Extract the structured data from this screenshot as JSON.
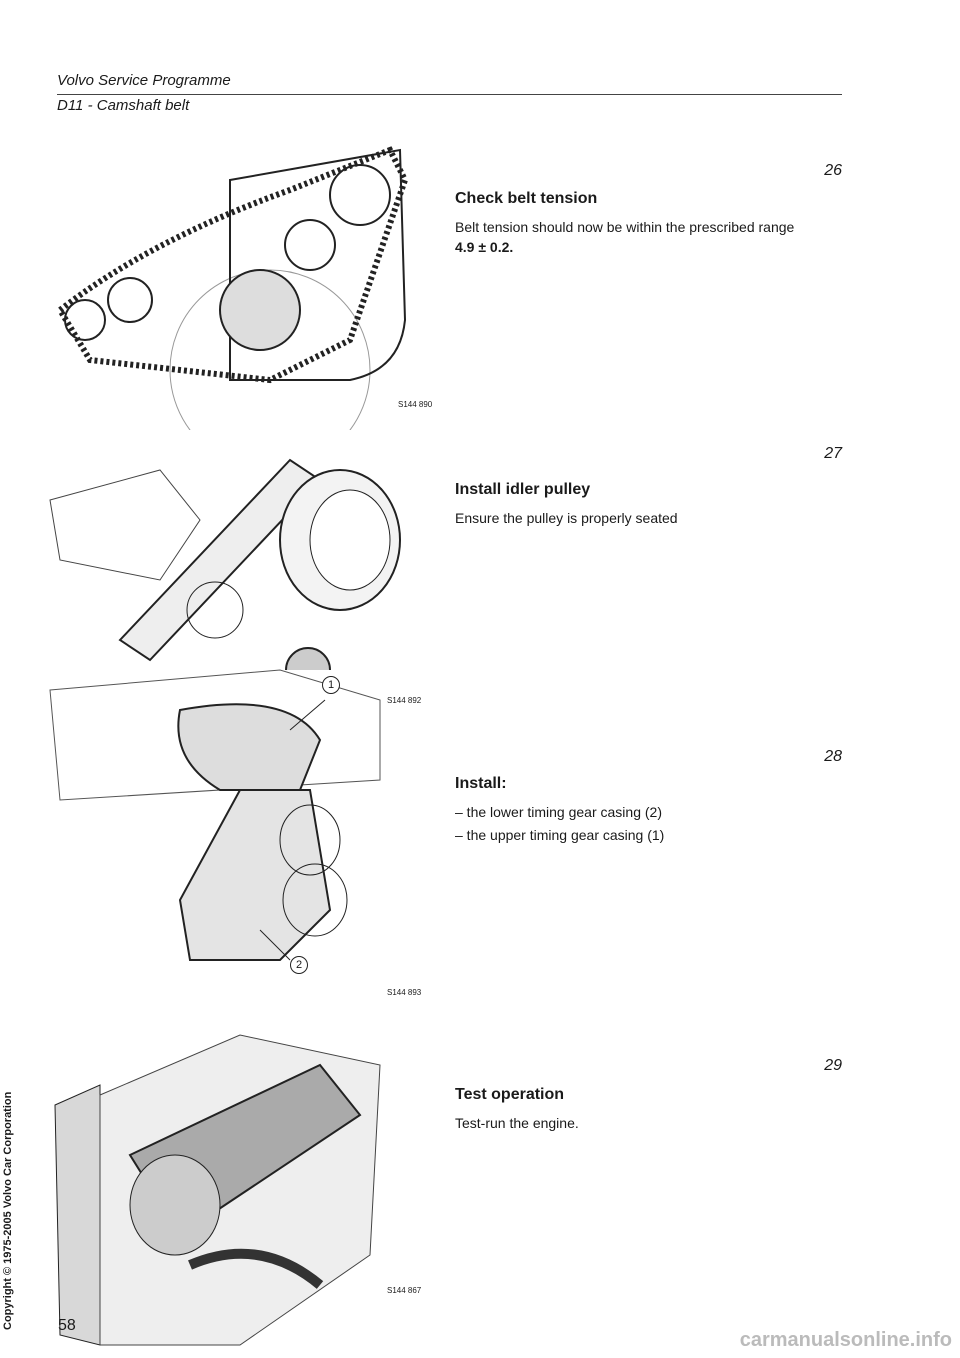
{
  "header": {
    "series": "Volvo Service Programme",
    "section": "D11 - Camshaft belt"
  },
  "steps": [
    {
      "number": "26",
      "title": "Check belt tension",
      "text": "Belt tension should now be within the prescribed range",
      "value": "4.9 ± 0.2."
    },
    {
      "number": "27",
      "title": "Install idler pulley",
      "text": "Ensure the pulley is properly seated"
    },
    {
      "number": "28",
      "title": "Install:",
      "items": [
        "– the lower timing gear casing (2)",
        "– the upper timing gear casing (1)"
      ]
    },
    {
      "number": "29",
      "title": "Test operation",
      "text": "Test-run the engine."
    }
  ],
  "figures": [
    {
      "caption": "S144 890"
    },
    {
      "caption": "S144 892",
      "callout": "1"
    },
    {
      "caption": "S144 893",
      "callout": "2"
    },
    {
      "caption": "S144 867"
    }
  ],
  "footer": {
    "page_number": "58",
    "copyright": "Copyright © 1975-2005 Volvo Car Corporation",
    "watermark": "carmanualsonline.info"
  }
}
